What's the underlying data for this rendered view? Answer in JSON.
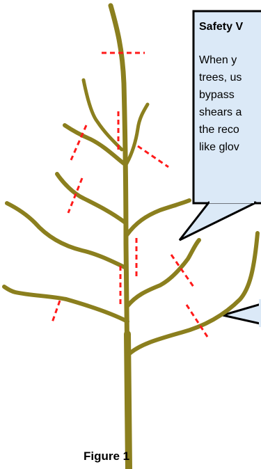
{
  "callout": {
    "title": "Safety V",
    "lines": [
      "When y",
      "trees, us",
      "bypass",
      "shears a",
      "the reco",
      "like glov"
    ]
  },
  "figure_caption": "Figure 1",
  "colors": {
    "trunk": "#8b7f1e",
    "cut_marks": "#ff1a1a",
    "callout_fill": "#dbe9f7",
    "callout_border": "#000000"
  }
}
